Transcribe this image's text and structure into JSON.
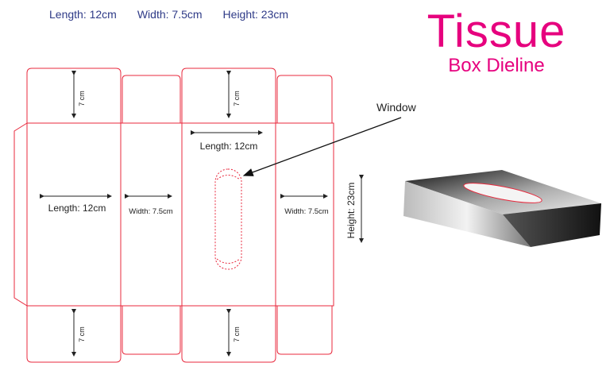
{
  "header": {
    "length": "Length: 12cm",
    "width": "Width: 7.5cm",
    "height": "Height: 23cm"
  },
  "title": "Tissue",
  "subtitle": "Box Dieline",
  "labels": {
    "window": "Window",
    "length_front": "Length: 12cm",
    "length_back": "Length: 12cm",
    "width_left": "Width: 7.5cm",
    "width_right": "Width: 7.5cm",
    "height_side": "Height: 23cm",
    "flap_top_left": "7 cm",
    "flap_top_right": "7 cm",
    "flap_bottom_left": "7 cm",
    "flap_bottom_right": "7 cm"
  },
  "colors": {
    "dieline": "#e8283c",
    "title": "#e6007e",
    "header_text": "#2e3a87"
  }
}
